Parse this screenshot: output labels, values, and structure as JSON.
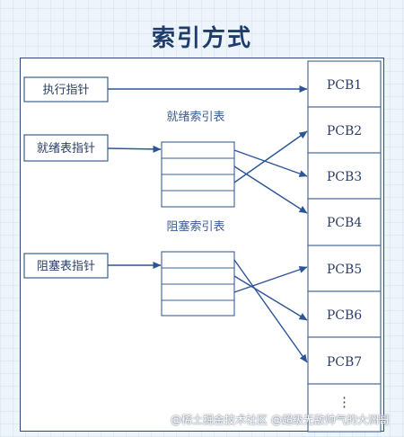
{
  "title": "索引方式",
  "pointers": {
    "exec": "执行指针",
    "ready": "就绪表指针",
    "blocked": "阻塞表指针"
  },
  "tables": {
    "ready": "就绪索引表",
    "blocked": "阻塞索引表"
  },
  "pcbs": [
    "PCB1",
    "PCB2",
    "PCB3",
    "PCB4",
    "PCB5",
    "PCB6",
    "PCB7",
    "⋮"
  ],
  "watermark": "@稀土掘金技术社区 @超级无敌帅气的大洲哥"
}
